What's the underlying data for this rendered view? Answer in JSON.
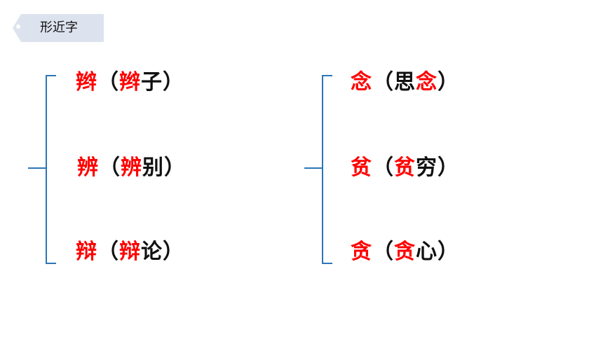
{
  "tag": {
    "label": "形近字",
    "color": "#dde3ee"
  },
  "colors": {
    "brace": "#2e75b6",
    "highlight": "#ff0000",
    "text": "#111111"
  },
  "groups": [
    {
      "entries": [
        {
          "char": "辫",
          "open": "（",
          "word_highlight": "辫",
          "word_rest": "子",
          "close": "）"
        },
        {
          "char": "辨",
          "open": "（",
          "word_highlight": "辨",
          "word_rest": "别",
          "close": "）"
        },
        {
          "char": "辩",
          "open": "（",
          "word_highlight": "辩",
          "word_rest": "论",
          "close": "）"
        }
      ]
    },
    {
      "entries": [
        {
          "char": "念",
          "open": "（",
          "word_prefix": "思",
          "word_highlight": "念",
          "close": "）"
        },
        {
          "char": "贫",
          "open": "（",
          "word_highlight": "贫",
          "word_rest": "穷",
          "close": "）"
        },
        {
          "char": "贪",
          "open": "（",
          "word_highlight": "贪",
          "word_rest": "心",
          "close": "）"
        }
      ]
    }
  ]
}
